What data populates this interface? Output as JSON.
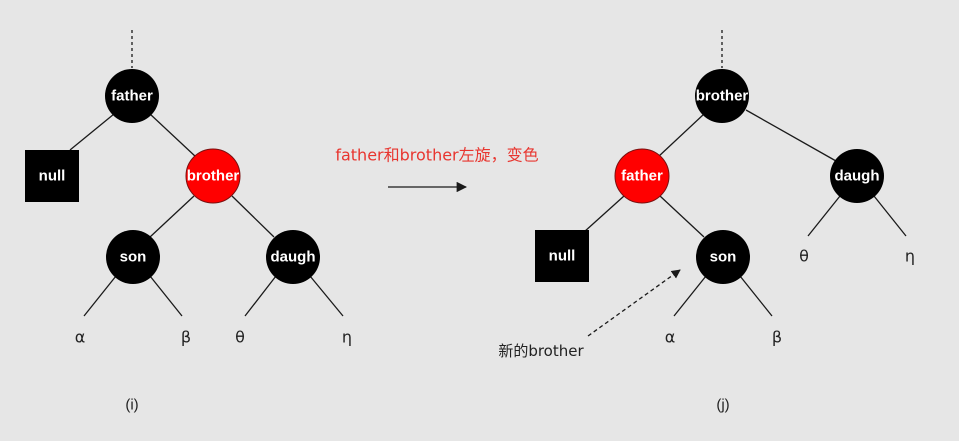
{
  "colors": {
    "black_node": "#000000",
    "red_node": "#ff0000",
    "background": "#e6e6e6",
    "operation_text": "#e8352f"
  },
  "left_tree": {
    "caption": "(i)",
    "nodes": {
      "father": "father",
      "null": "null",
      "brother": "brother",
      "son": "son",
      "daugh": "daugh"
    },
    "leaves": {
      "alpha": "α",
      "beta": "β",
      "theta": "θ",
      "eta": "η"
    }
  },
  "operation": {
    "label": "father和brother左旋，变色"
  },
  "right_tree": {
    "caption": "(j)",
    "nodes": {
      "brother": "brother",
      "father": "father",
      "daugh": "daugh",
      "null": "null",
      "son": "son"
    },
    "leaves": {
      "alpha": "α",
      "beta": "β",
      "theta": "θ",
      "eta": "η"
    },
    "annotation": "新的brother"
  }
}
